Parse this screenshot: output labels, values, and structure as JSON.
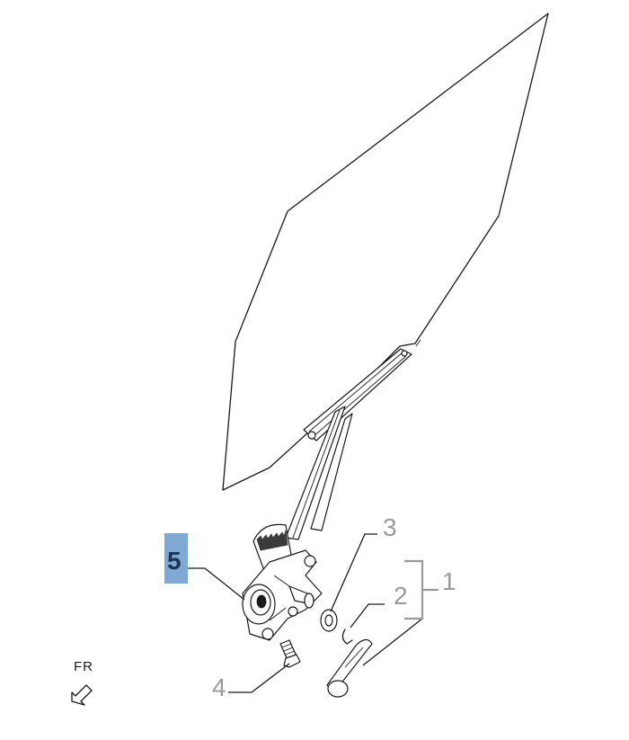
{
  "callouts": [
    {
      "id": "1",
      "label": "1",
      "active": false
    },
    {
      "id": "2",
      "label": "2",
      "active": false
    },
    {
      "id": "3",
      "label": "3",
      "active": false
    },
    {
      "id": "4",
      "label": "4",
      "active": false
    },
    {
      "id": "5",
      "label": "5",
      "active": true
    }
  ],
  "orientation": {
    "label": "FR"
  },
  "colors": {
    "highlight": "#7fa9d4",
    "active_text": "#1d3552",
    "inactive_text": "#9a9a9a",
    "line": "#1a1a1a"
  },
  "icons": [
    "arrow-front-icon"
  ]
}
